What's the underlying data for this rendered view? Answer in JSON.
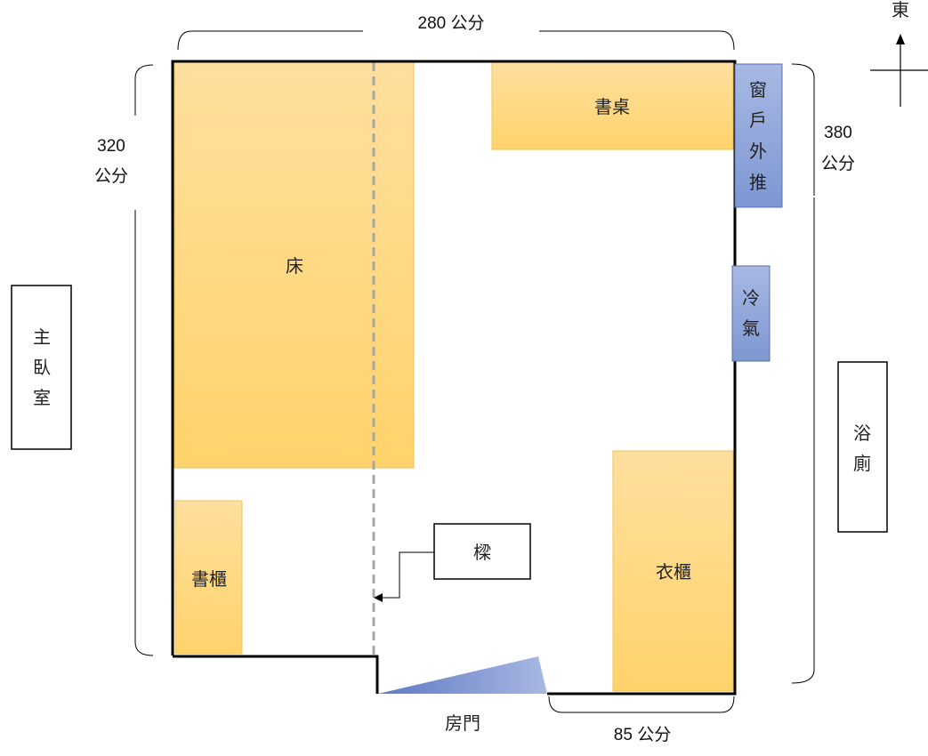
{
  "compass": {
    "direction_label": "東"
  },
  "dimensions": {
    "top_width": "280 公分",
    "left_length_value": "320",
    "left_length_unit": "公分",
    "right_length_value": "380",
    "right_length_unit": "公分",
    "door_gap": "85 公分"
  },
  "rooms": {
    "master_bedroom": [
      "主",
      "臥",
      "室"
    ],
    "bathroom": [
      "浴",
      "廁"
    ]
  },
  "furniture": {
    "bed": "床",
    "desk": "書桌",
    "bookcase": "書櫃",
    "wardrobe": "衣櫃"
  },
  "fixtures": {
    "window": [
      "窗",
      "戶",
      "外",
      "推"
    ],
    "air_conditioner": [
      "冷",
      "氣"
    ],
    "beam": "樑",
    "door": "房門"
  },
  "colors": {
    "furniture_fill_top": "#FFDF9E",
    "furniture_fill_bottom": "#FFD36B",
    "furniture_stroke": "#F2C15A",
    "fixture_fill_top": "#A8B9E3",
    "fixture_fill_bottom": "#7E97D2",
    "fixture_stroke": "#5A6FA8",
    "wall": "#000000",
    "beam_line": "#A6A6A6"
  }
}
